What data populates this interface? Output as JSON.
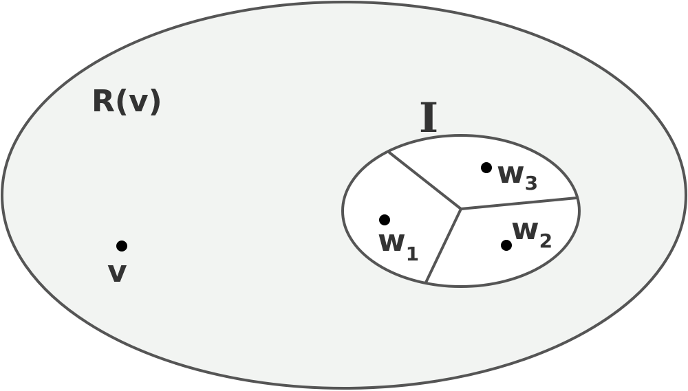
{
  "labels": {
    "region": "R(v)",
    "inner_set": "I",
    "vertex": "v",
    "w1_base": "w",
    "w1_sub": "1",
    "w2_base": "w",
    "w2_sub": "2",
    "w3_base": "w",
    "w3_sub": "3"
  },
  "colors": {
    "outer_fill": "#f2f4f2",
    "inner_fill": "#ffffff",
    "stroke": "#555555",
    "text": "#333333",
    "dot": "#000000"
  }
}
